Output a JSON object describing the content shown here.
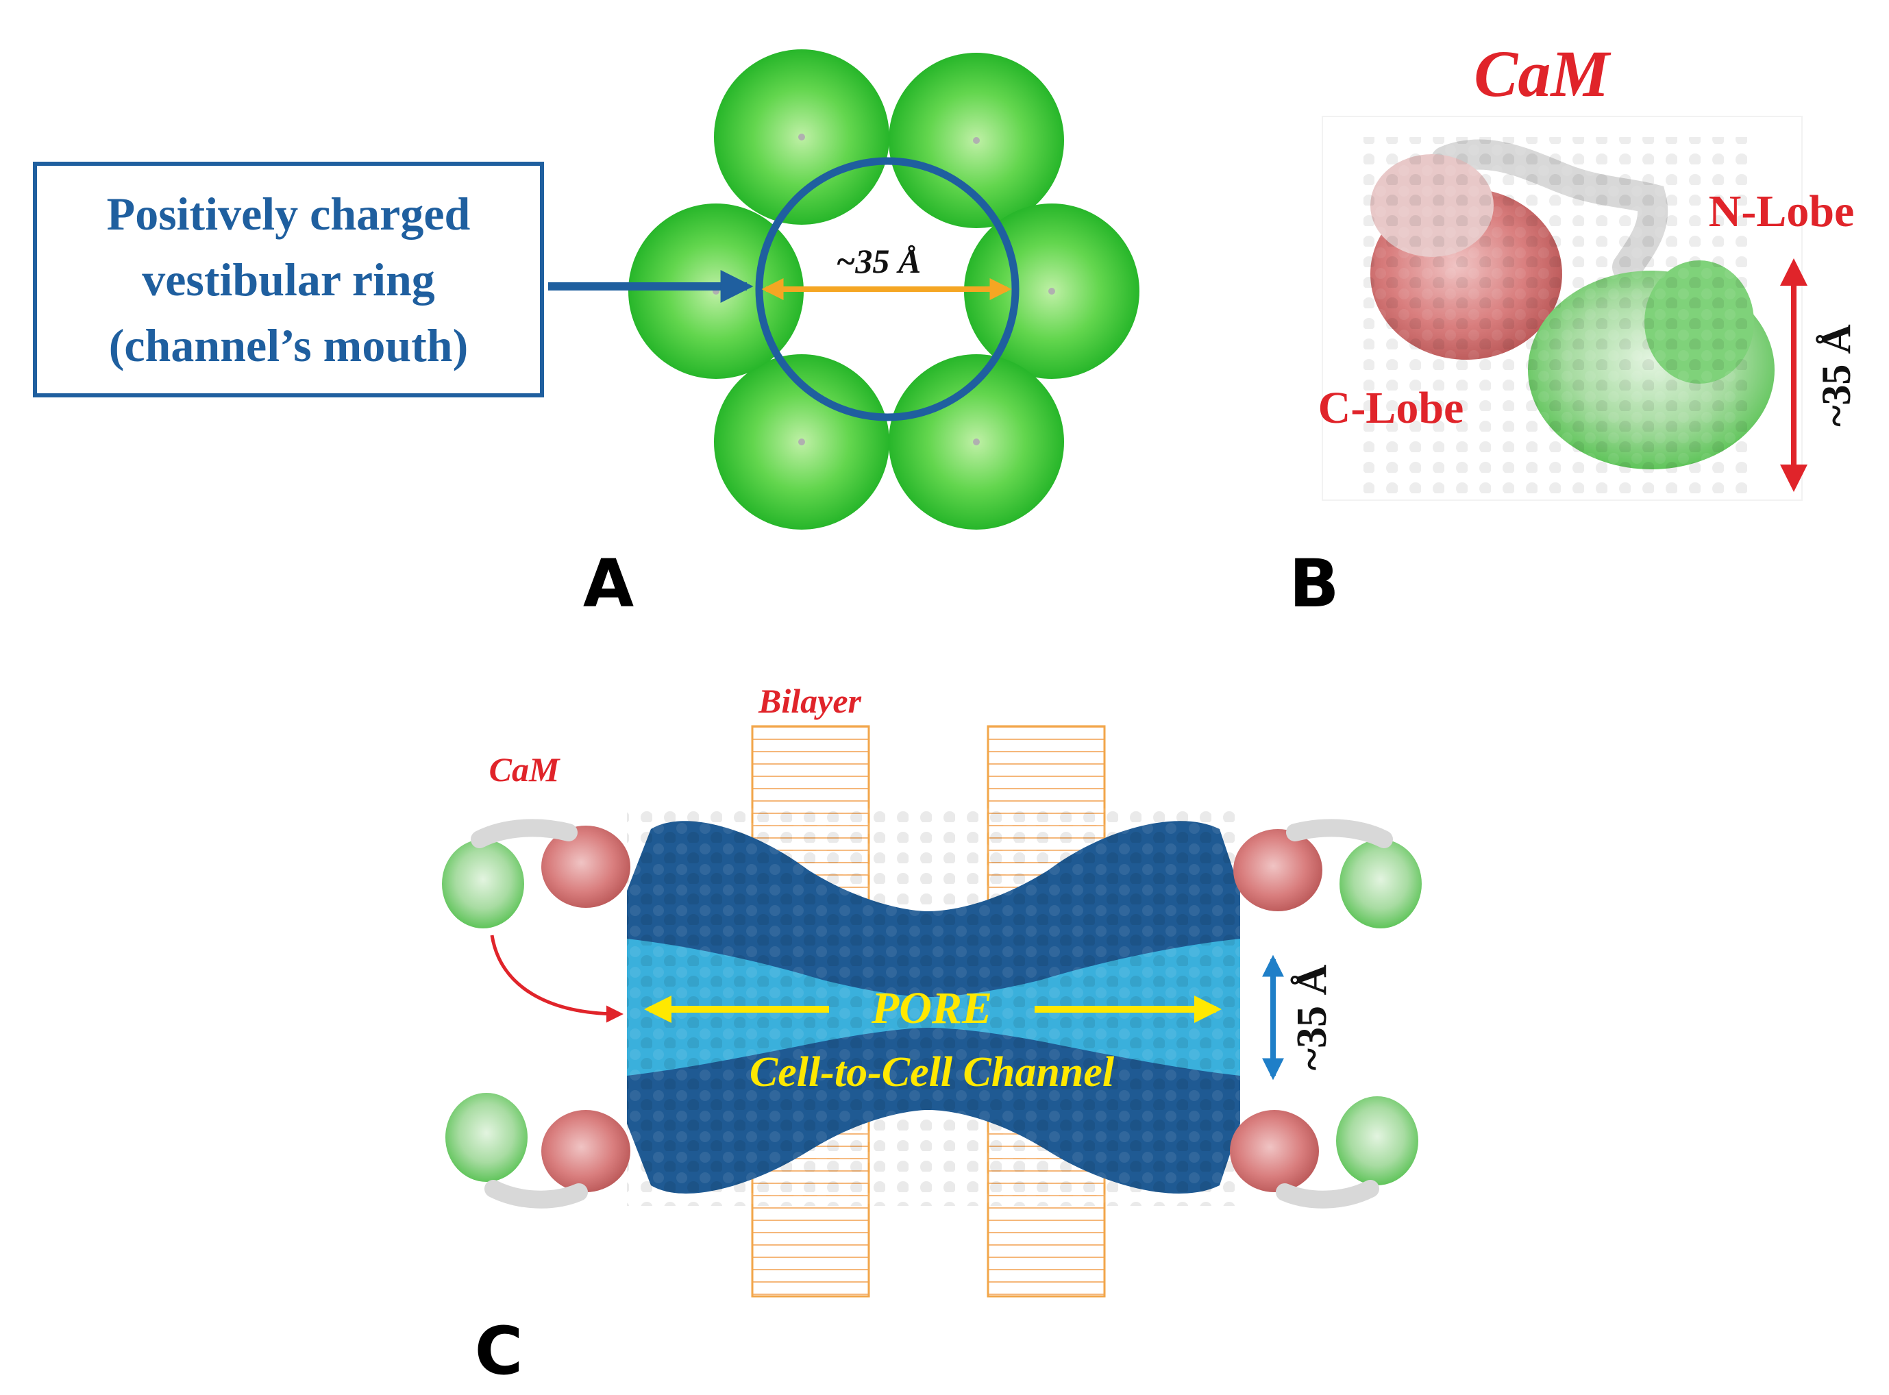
{
  "panels": {
    "a": {
      "letter": "A",
      "box_label": "Positively charged\nvestibular ring\n(channel’s mouth)",
      "ring_label": "~35 Å"
    },
    "b": {
      "letter": "B",
      "title": "CaM",
      "n_lobe_label": "N-Lobe",
      "c_lobe_label": "C-Lobe",
      "dimension_label": "~35 Å"
    },
    "c": {
      "letter": "C",
      "bilayer_label": "Bilayer",
      "cam_label": "CaM",
      "pore_label": "PORE",
      "channel_label": "Cell-to-Cell Channel",
      "dimension_label": "~35 Å"
    }
  },
  "colors": {
    "sphere_green": "#35c435",
    "ring_blue": "#1f5f9f",
    "diameter_orange": "#f5a623",
    "cam_red": "#e0242a",
    "channel_dark_blue": "#1f5a93",
    "channel_light_blue": "#3ab0dc",
    "pore_yellow": "#ffe800",
    "bilayer_orange": "#f2a64a"
  }
}
